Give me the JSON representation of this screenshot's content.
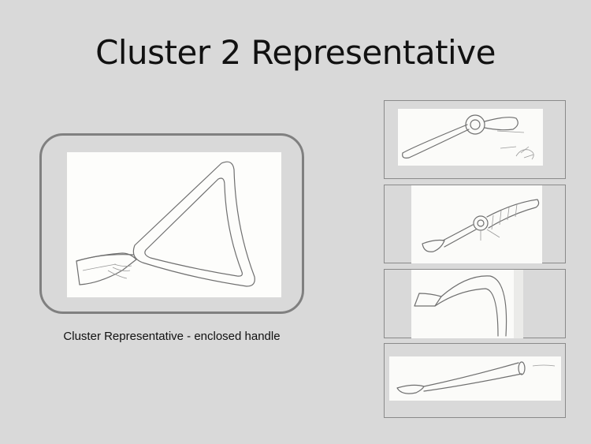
{
  "slide": {
    "title": "Cluster 2 Representative",
    "caption": "Cluster Representative - enclosed handle",
    "background_color": "#d9d9d9",
    "frame_color": "#808080"
  },
  "images": {
    "main": {
      "icon": "enclosed-triangular-handle-spoon-sketch"
    },
    "thumbnails": [
      {
        "icon": "spoon-with-ring-handle-sketch"
      },
      {
        "icon": "spoon-with-ring-and-slotted-handle-sketch"
      },
      {
        "icon": "spoon-with-arched-handle-sketch"
      },
      {
        "icon": "spoon-with-tubular-handle-sketch"
      }
    ]
  }
}
